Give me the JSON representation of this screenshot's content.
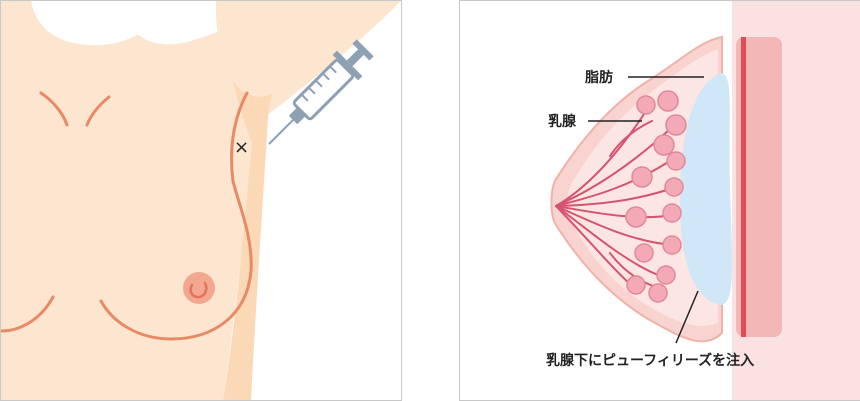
{
  "labels": {
    "fat": "脂肪",
    "mammary_gland": "乳腺",
    "injection_note": "乳腺下にピューフィリーズを注入"
  },
  "icons": {
    "injection_point": "×"
  },
  "colors": {
    "skin": "#fce6cf",
    "skin_shadow": "#fbd9b6",
    "outline": "#e88a66",
    "areola": "#f4a78f",
    "tissue_pink": "#f9d3cf",
    "gland_lobe": "#f4a9b6",
    "gland_duct": "#d45471",
    "filler": "#cfe7f6",
    "muscle": "#f4b7b7",
    "muscle_line": "#e04d55",
    "syringe": "#8ea0b3"
  }
}
